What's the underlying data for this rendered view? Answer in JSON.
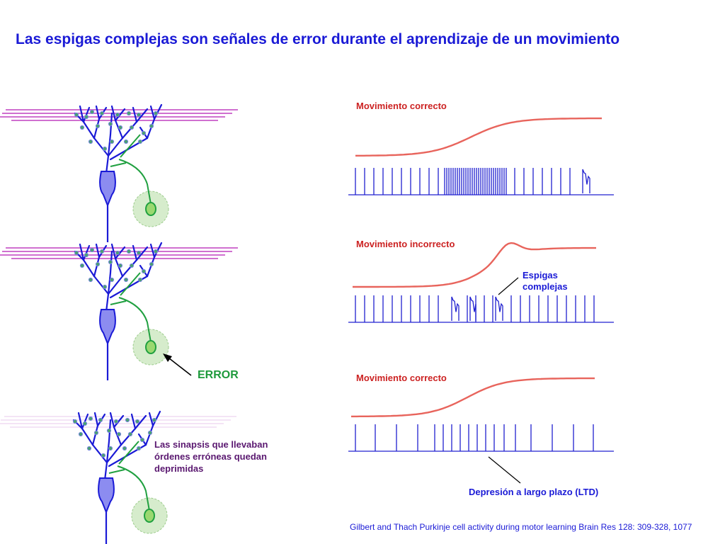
{
  "title": "Las espigas complejas son señales de error durante el aprendizaje de un movimiento",
  "panels": [
    {
      "label": "Movimiento correcto"
    },
    {
      "label": "Movimiento incorrecto"
    },
    {
      "label": "Movimiento correcto"
    }
  ],
  "annotations": {
    "complex_spikes": [
      "Espigas",
      "complejas"
    ],
    "error": "ERROR",
    "synapse_note": [
      "Las sinapsis que llevaban",
      "órdenes erróneas quedan",
      "deprimidas"
    ],
    "ltd": "Depresión a largo plazo (LTD)"
  },
  "citation": "Gilbert and Thach Purkinje cell activity during motor learning Brain Res 128: 309-328, 1077",
  "colors": {
    "title": "#1a1ad6",
    "movement_trace": "#e8645c",
    "spikes": "#2020d0",
    "parallel_fibers": "#c040c0",
    "climbing_fiber": "#20a040",
    "purkinje_soma": "#8c8cf0",
    "error_label": "#1e9a3c",
    "synapse_note": "#5a1870"
  }
}
